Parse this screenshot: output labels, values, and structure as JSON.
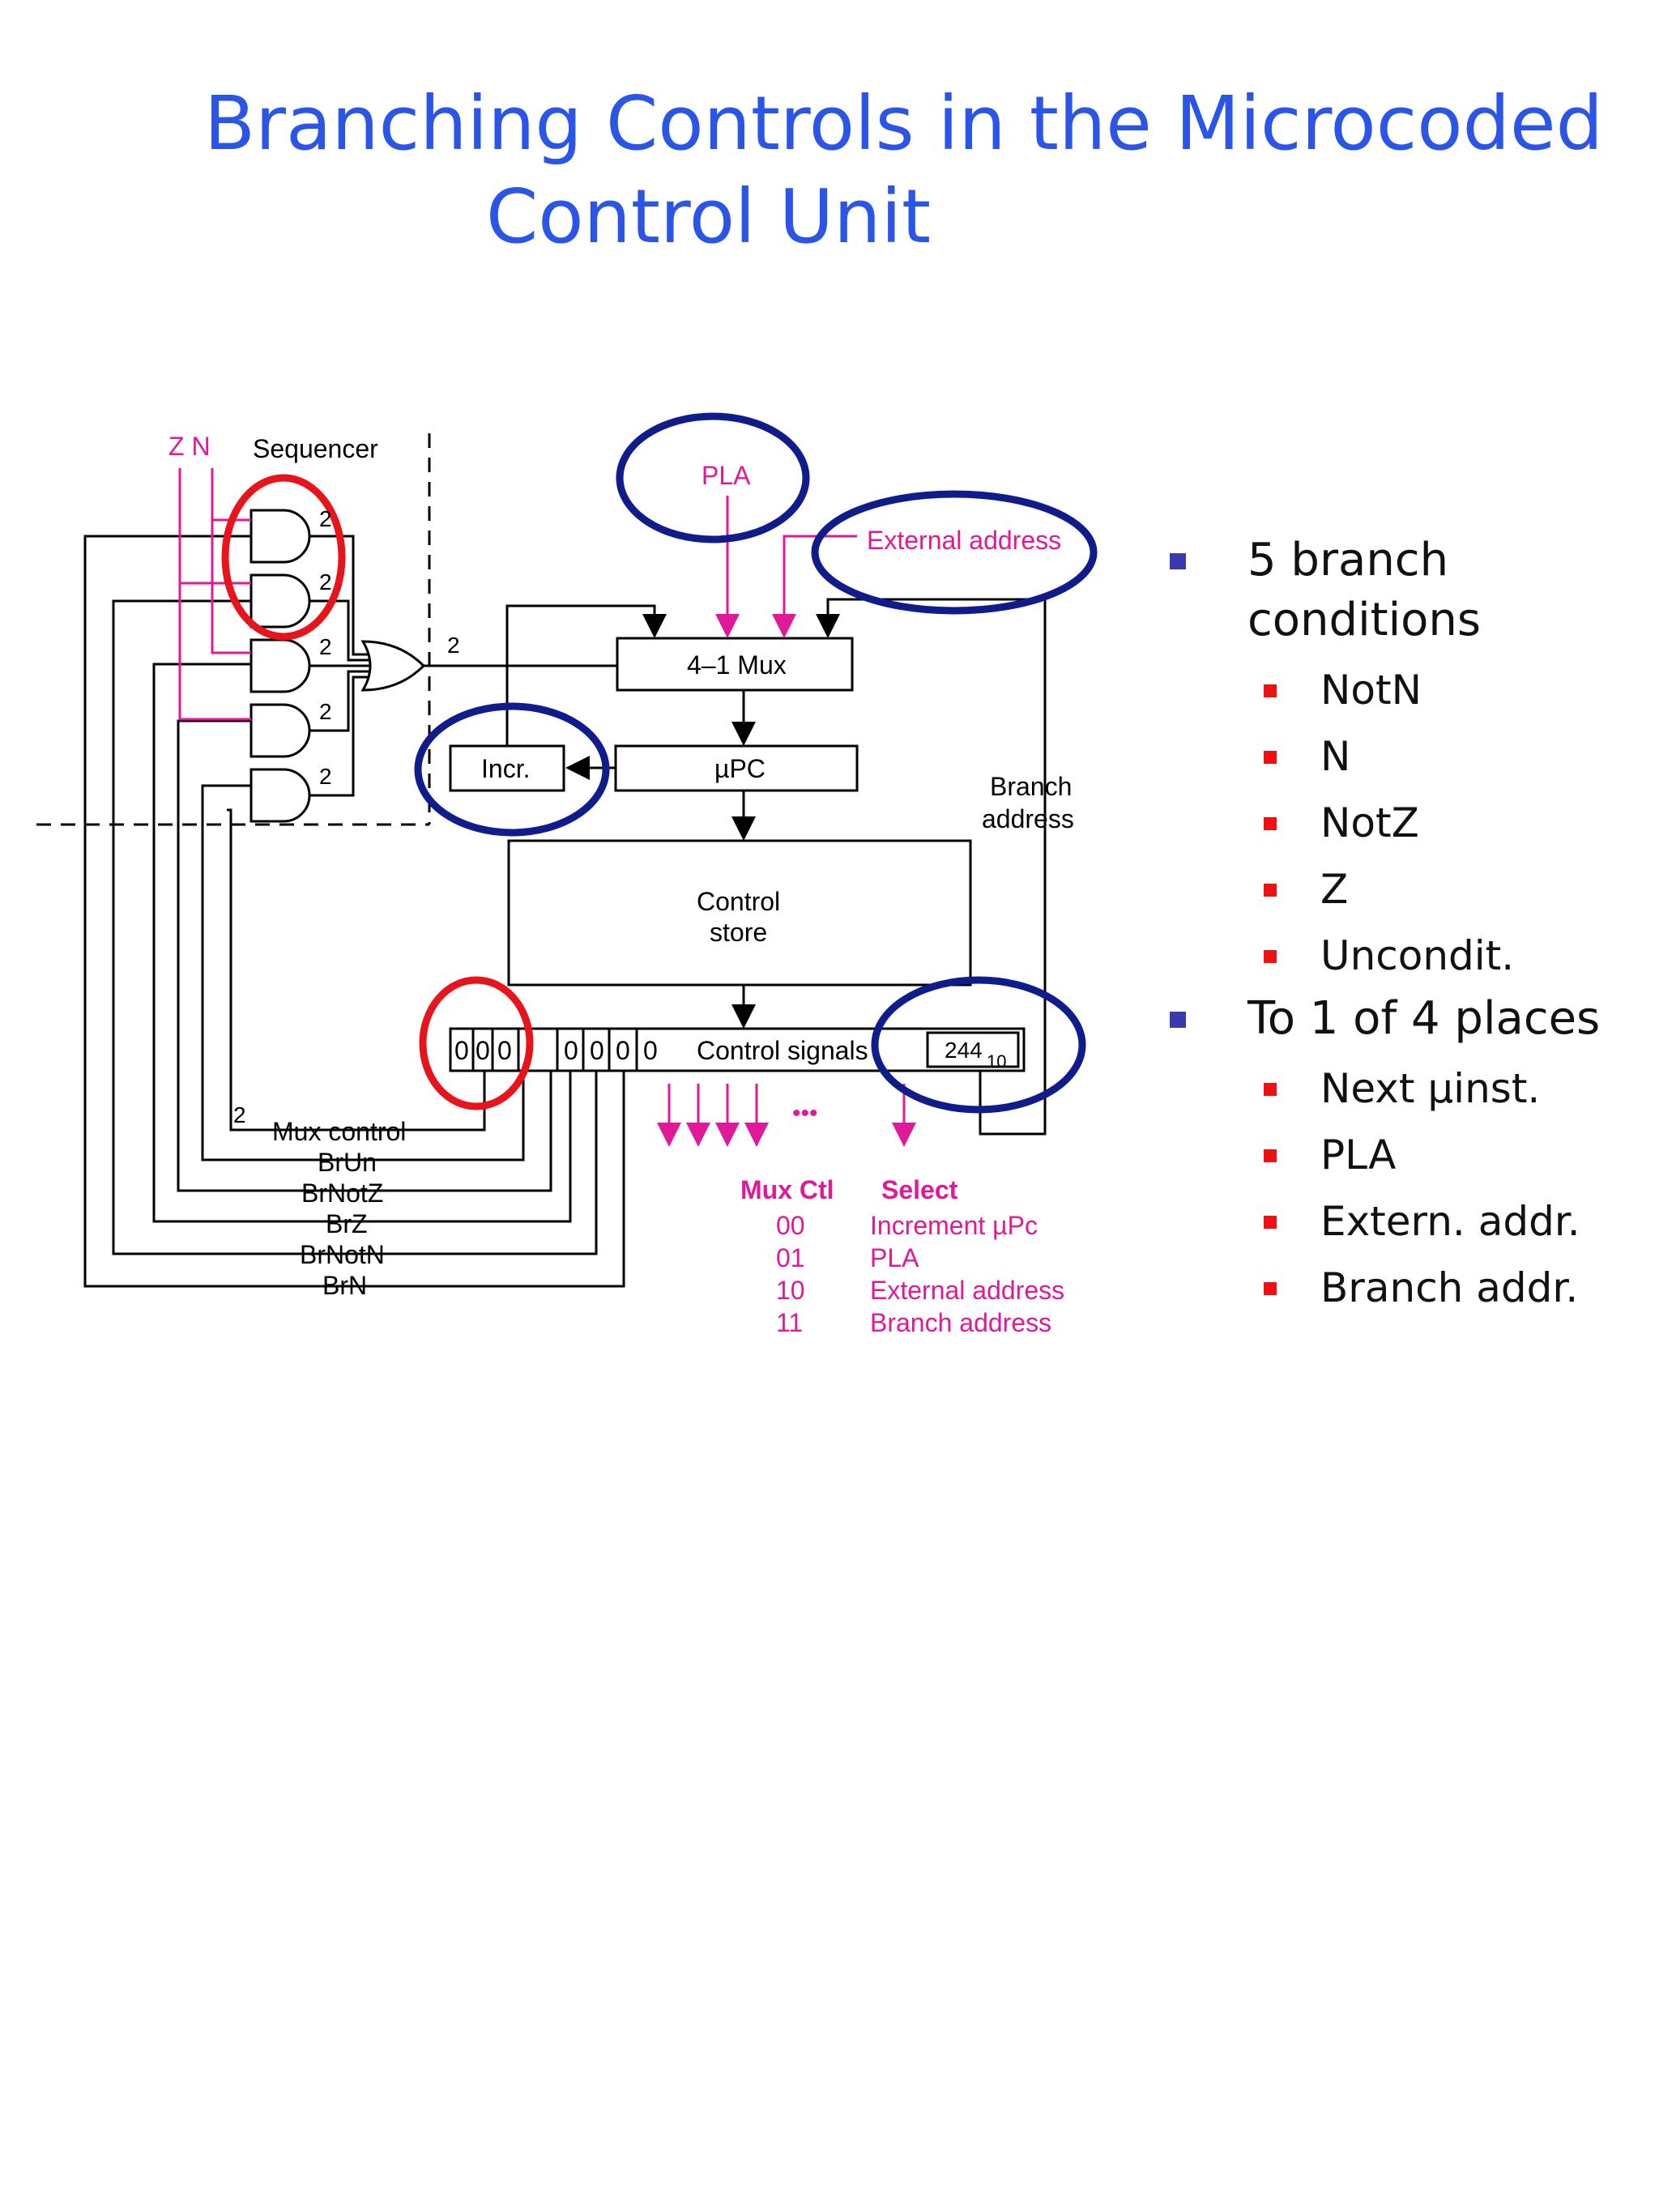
{
  "title": {
    "line1": "Branching Controls in the Microcoded",
    "line2": "Control Unit"
  },
  "diagram": {
    "zn_label": "Z N",
    "sequencer_label": "Sequencer",
    "bus_width_label": "2",
    "pla_label": "PLA",
    "external_address_label": "External address",
    "mux_label": "4–1 Mux",
    "incr_label": "Incr.",
    "upc_label": "µPC",
    "branch_address_line1": "Branch",
    "branch_address_line2": "address",
    "control_store_line1": "Control",
    "control_store_line2": "store",
    "control_word_bits": [
      "0",
      "0",
      "0",
      "0",
      "0",
      "0",
      "0"
    ],
    "control_signals_label": "Control signals",
    "address_value": "244",
    "address_base": "10",
    "ellipsis": "•••",
    "field_labels": [
      "Mux control",
      "BrUn",
      "BrNotZ",
      "BrZ",
      "BrNotN",
      "BrN"
    ],
    "mux_table": {
      "header_ctl": "Mux Ctl",
      "header_select": "Select",
      "rows": [
        {
          "ctl": "00",
          "select": "Increment µPc"
        },
        {
          "ctl": "01",
          "select": "PLA"
        },
        {
          "ctl": "10",
          "select": "External address"
        },
        {
          "ctl": "11",
          "select": "Branch address"
        }
      ]
    }
  },
  "bullets": [
    {
      "text": "5 branch conditions",
      "children": [
        "NotN",
        "N",
        "NotZ",
        "Z",
        "Uncondit."
      ]
    },
    {
      "text": "To 1 of 4 places",
      "children": [
        "Next µinst.",
        "PLA",
        "Extern. addr.",
        "Branch addr."
      ]
    }
  ],
  "colors": {
    "title": "#2b55e6",
    "magenta": "#e0199a",
    "red_circle": "#e8141c",
    "blue_circle": "#101c8c"
  }
}
